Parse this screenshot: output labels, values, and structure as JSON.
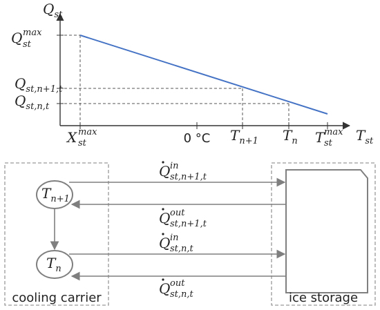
{
  "chart": {
    "y_axis_label": {
      "base": "Q",
      "sub": "st"
    },
    "x_axis_label": {
      "base": "T",
      "sub": "st"
    },
    "y_ticks": [
      {
        "base": "Q",
        "sub": "st",
        "sup": "max"
      },
      {
        "base": "Q",
        "sub": "st,n+1,t",
        "sup": ""
      },
      {
        "base": "Q",
        "sub": "st,n,t",
        "sup": ""
      }
    ],
    "x_ticks": [
      {
        "base": "X",
        "sub": "st",
        "sup": "max"
      },
      {
        "base": "0 °C",
        "sub": "",
        "sup": ""
      },
      {
        "base": "T",
        "sub": "n+1",
        "sup": ""
      },
      {
        "base": "T",
        "sub": "n",
        "sup": ""
      },
      {
        "base": "T",
        "sub": "st",
        "sup": "max"
      }
    ],
    "line_color": "#4472c4"
  },
  "diagram": {
    "carrier_label": "cooling carrier",
    "storage_label": "ice storage",
    "node_upper": {
      "base": "T",
      "sub": "n+1"
    },
    "node_lower": {
      "base": "T",
      "sub": "n"
    },
    "flows": [
      {
        "base": "Q",
        "sup": "in",
        "sub": "st,n+1,t"
      },
      {
        "base": "Q",
        "sup": "out",
        "sub": "st,n+1,t"
      },
      {
        "base": "Q",
        "sup": "in",
        "sub": "st,n,t"
      },
      {
        "base": "Q",
        "sup": "out",
        "sub": "st,n,t"
      }
    ],
    "arrow_color": "#7f7f7f",
    "box_color": "#999999"
  }
}
